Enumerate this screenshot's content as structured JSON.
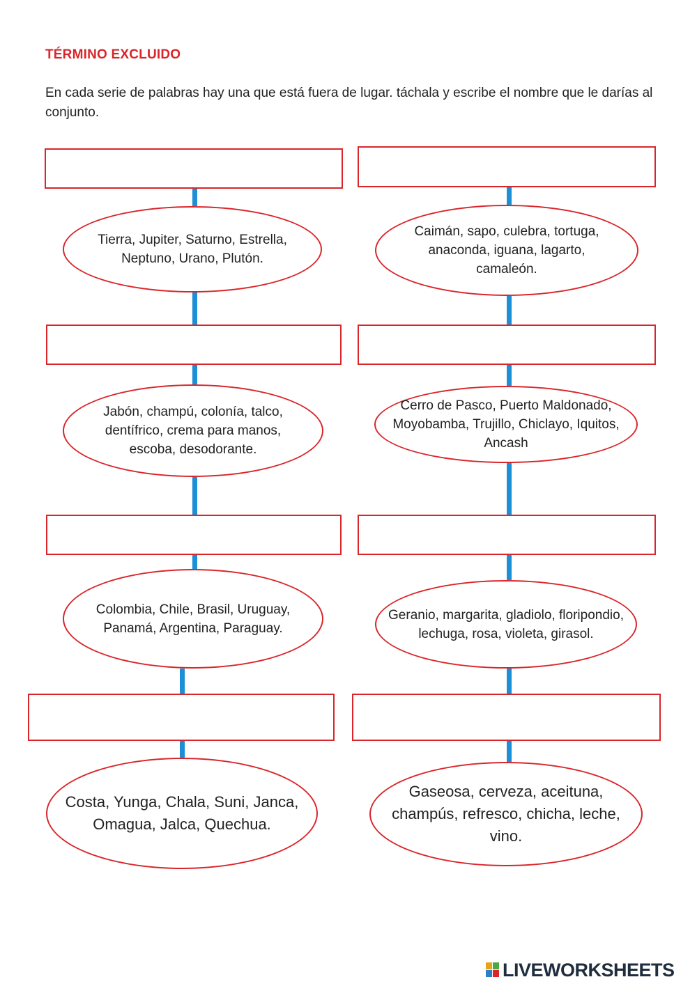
{
  "title": "TÉRMINO EXCLUIDO",
  "instructions": "En cada serie de palabras hay una que está fuera de lugar. táchala y escribe el nombre que le darías al conjunto.",
  "series": [
    {
      "id": "left-1",
      "words": "Tierra, Jupiter, Saturno, Estrella, Neptuno, Urano, Plutón.",
      "answer": ""
    },
    {
      "id": "right-1",
      "words": "Caimán, sapo, culebra, tortuga, anaconda, iguana, lagarto, camaleón.",
      "answer": ""
    },
    {
      "id": "left-2",
      "words": "Jabón, champú, colonía, talco, dentífrico, crema para manos, escoba, desodorante.",
      "answer": ""
    },
    {
      "id": "right-2",
      "words": "Cerro de Pasco, Puerto Maldonado, Moyobamba, Trujillo, Chiclayo, Iquitos, Ancash",
      "answer": ""
    },
    {
      "id": "left-3",
      "words": "Colombia, Chile, Brasil, Uruguay, Panamá, Argentina, Paraguay.",
      "answer": ""
    },
    {
      "id": "right-3",
      "words": "Geranio, margarita, gladiolo, floripondio, lechuga, rosa, violeta, girasol.",
      "answer": ""
    },
    {
      "id": "left-4",
      "words": "Costa, Yunga, Chala, Suni, Janca, Omagua, Jalca, Quechua.",
      "answer": ""
    },
    {
      "id": "right-4",
      "words": "Gaseosa, cerveza, aceituna, champús, refresco, chicha, leche, vino.",
      "answer": ""
    }
  ],
  "brand": "LIVEWORKSHEETS",
  "colors": {
    "accent": "#d9262b",
    "connector": "#1d8fd6"
  }
}
